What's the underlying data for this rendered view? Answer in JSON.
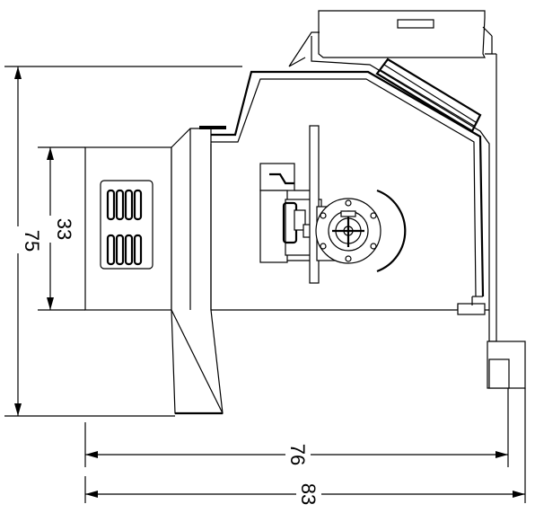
{
  "dimensions": {
    "total_height": "75",
    "inner_height": "33",
    "inner_width": "76",
    "total_width": "83"
  }
}
